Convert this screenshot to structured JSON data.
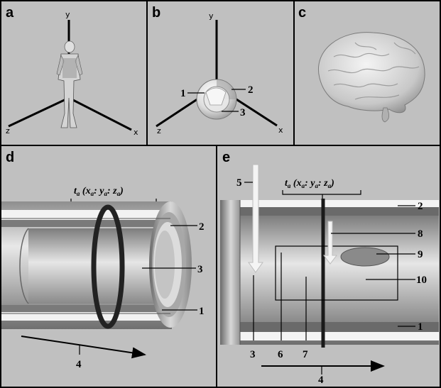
{
  "panels": {
    "a": {
      "label": "a",
      "axes": {
        "x": "x",
        "y": "y",
        "z": "z"
      }
    },
    "b": {
      "label": "b",
      "axes": {
        "x": "x",
        "y": "y",
        "z": "z"
      },
      "callouts": [
        "1",
        "2",
        "3"
      ]
    },
    "c": {
      "label": "c"
    },
    "d": {
      "label": "d",
      "formula": {
        "t": "t",
        "a": "a",
        "x": "x",
        "y": "y",
        "z": "z",
        "colon": ":"
      },
      "callouts": [
        "2",
        "3",
        "1",
        "4"
      ]
    },
    "e": {
      "label": "e",
      "formula": {
        "t": "t",
        "a": "a",
        "x": "x",
        "y": "y",
        "z": "z",
        "colon": ":"
      },
      "callouts_right": [
        "2",
        "8",
        "9",
        "10",
        "1"
      ],
      "callouts_left": [
        "5"
      ],
      "callouts_bottom": [
        "3",
        "6",
        "7",
        "4"
      ]
    }
  },
  "colors": {
    "panel_bg": "#c0c0c0",
    "border": "#000000",
    "tube_dark": "#5e5e5e",
    "tube_light": "#f0f0f0",
    "ring": "#222222",
    "lesion": "#8a8a8a"
  }
}
